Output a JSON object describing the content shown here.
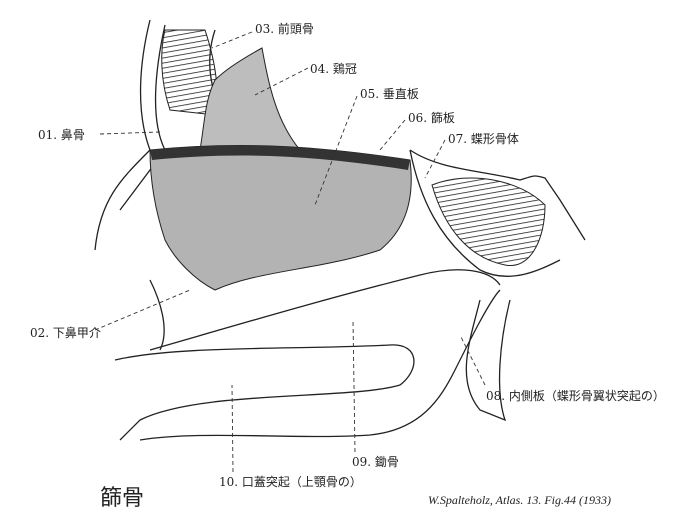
{
  "title": "篩骨",
  "citation": "W.Spalteholz, Atlas. 13. Fig.44 (1933)",
  "labels": [
    {
      "id": "03",
      "text": "03. 前頭骨"
    },
    {
      "id": "04",
      "text": "04. 鶏冠"
    },
    {
      "id": "05",
      "text": "05. 垂直板"
    },
    {
      "id": "06",
      "text": "06. 篩板"
    },
    {
      "id": "07",
      "text": "07. 蝶形骨体"
    },
    {
      "id": "01",
      "text": "01. 鼻骨"
    },
    {
      "id": "02",
      "text": "02. 下鼻甲介"
    },
    {
      "id": "08",
      "text": "08. 内側板（蝶形骨翼状突起の）"
    },
    {
      "id": "09",
      "text": "09. 鋤骨"
    },
    {
      "id": "10",
      "text": "10. 口蓋突起（上顎骨の）"
    }
  ]
}
